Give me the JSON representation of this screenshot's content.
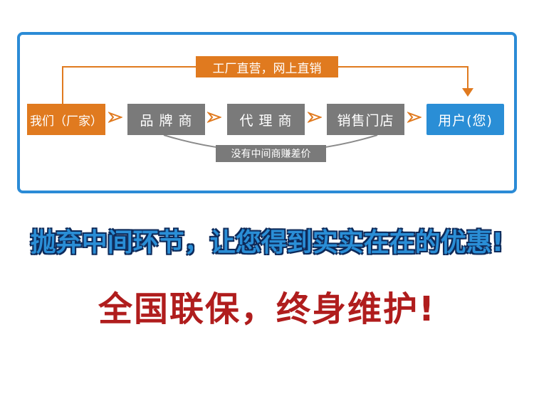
{
  "flow": {
    "manufacturer": "我们（厂家）",
    "brand_dealer": "品 牌 商",
    "agent": "代 理 商",
    "retail_store": "销售门店",
    "user": "用户(您)",
    "direct_label": "工厂直营，网上直销",
    "no_middleman_label": "没有中间商赚差价"
  },
  "slogans": {
    "line1": "抛弃中间环节，让您得到实实在在的优惠!",
    "line2": "全国联保，终身维护!"
  },
  "colors": {
    "frame_blue": "#2b8bd6",
    "orange": "#e07a1f",
    "gray": "#7a7a7a",
    "blue": "#2a8ed6",
    "red": "#b01d1d"
  }
}
